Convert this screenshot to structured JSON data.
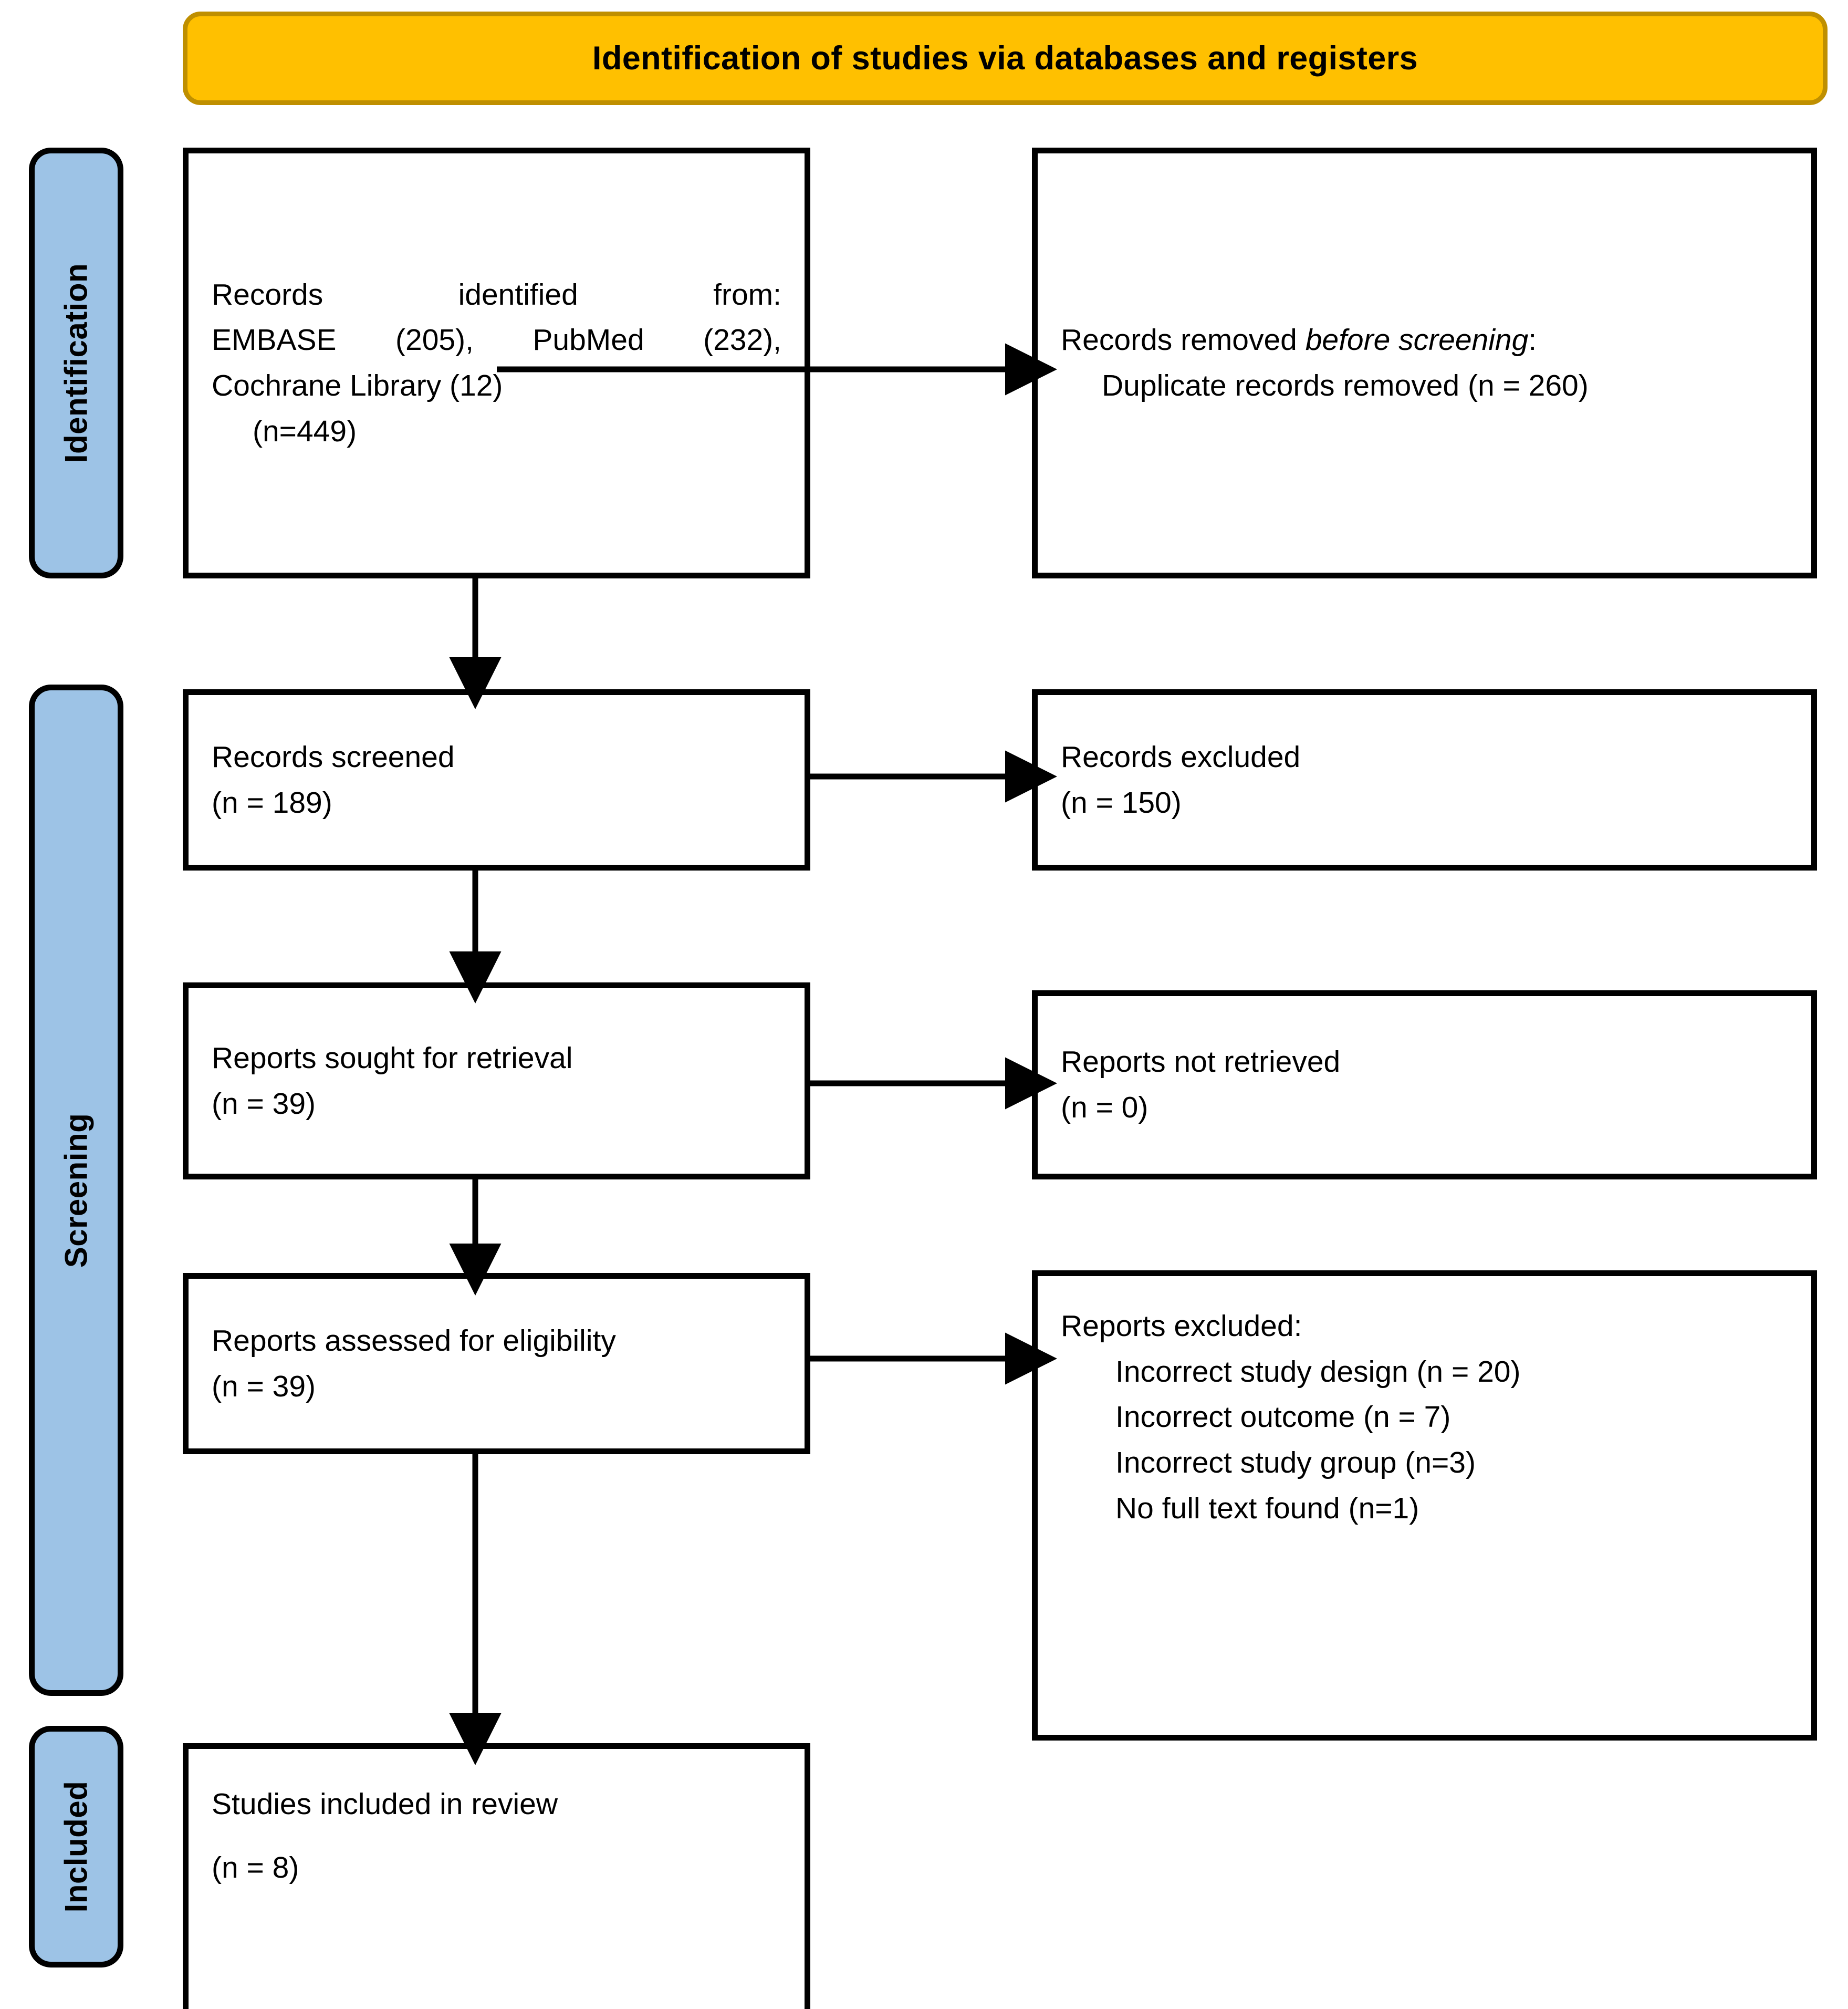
{
  "banner": {
    "title": "Identification of studies via databases and registers"
  },
  "rails": [
    {
      "id": "identification",
      "label": "Identification"
    },
    {
      "id": "screening",
      "label": "Screening"
    },
    {
      "id": "included",
      "label": "Included"
    }
  ],
  "boxes": {
    "identified": {
      "line1": "Records identified from:",
      "line2": "EMBASE (205), PubMed (232),",
      "line3": "Cochrane Library (12)",
      "line4": "(n=449)"
    },
    "removed": {
      "line1_pre": "Records removed ",
      "line1_italic": "before screening",
      "line1_post": ":",
      "line2": "Duplicate records removed (n = 260)"
    },
    "screened": {
      "line1": "Records screened",
      "line2": "(n = 189)"
    },
    "excluded": {
      "line1": "Records excluded",
      "line2": "(n = 150)"
    },
    "sought": {
      "line1": "Reports sought for retrieval",
      "line2": "(n = 39)"
    },
    "not_retrieved": {
      "line1": "Reports not retrieved",
      "line2": "(n = 0)"
    },
    "eligibility": {
      "line1": "Reports assessed for eligibility",
      "line2": "(n = 39)"
    },
    "reports_excluded": {
      "heading": "Reports excluded:",
      "reasons": [
        "Incorrect study design (n = 20)",
        "Incorrect outcome (n = 7)",
        "Incorrect study group (n=3)",
        "No full text found (n=1)"
      ]
    },
    "included": {
      "line1": "Studies included in review",
      "line2": "(n = 8)"
    }
  },
  "colors": {
    "banner_fill": "#FFC000",
    "banner_border": "#BF8F00",
    "rail_fill": "#9DC3E6",
    "stroke": "#000000",
    "box_fill": "#FFFFFF"
  },
  "counts": {
    "embase": 205,
    "pubmed": 232,
    "cochrane": 12,
    "identified_total": 449,
    "duplicates_removed": 260,
    "records_screened": 189,
    "records_excluded": 150,
    "reports_sought": 39,
    "reports_not_retrieved": 0,
    "reports_assessed": 39,
    "excl_incorrect_design": 20,
    "excl_incorrect_outcome": 7,
    "excl_incorrect_group": 3,
    "excl_no_full_text": 1,
    "studies_included": 8
  }
}
